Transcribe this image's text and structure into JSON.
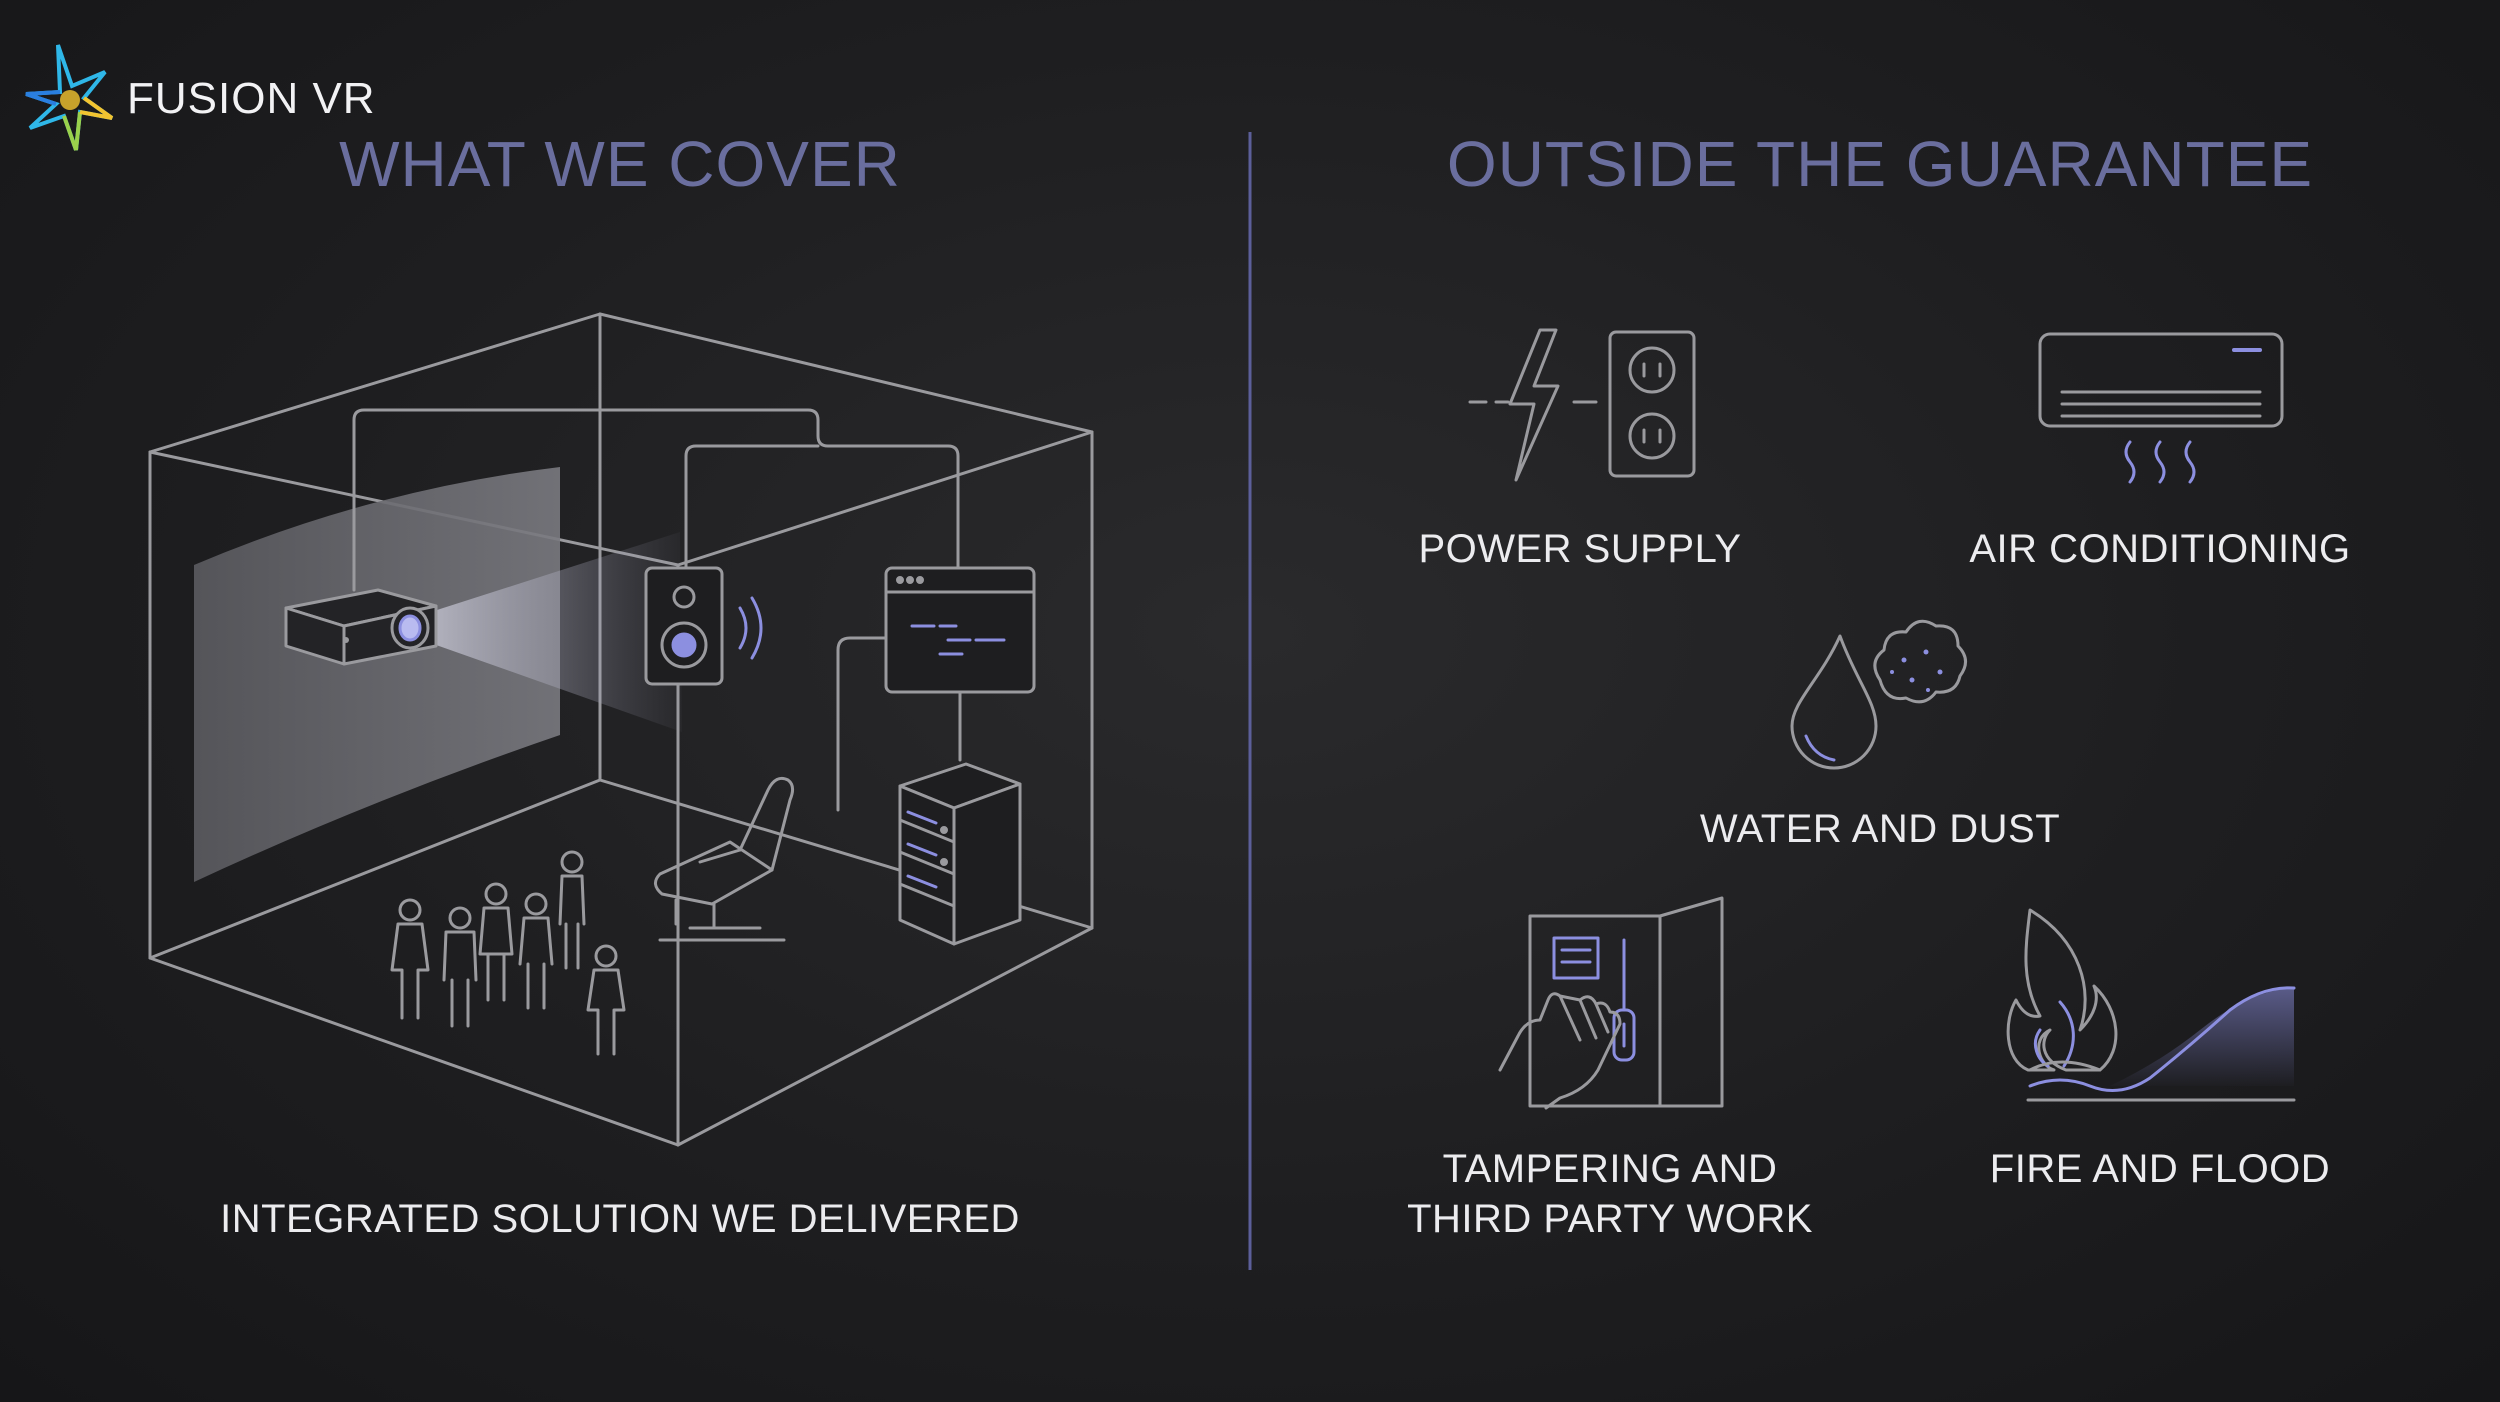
{
  "brand": {
    "name": "FUSION VR",
    "logo_icon": "starburst-logo-icon",
    "logo_colors": [
      "#2fb7e8",
      "#9ad14b",
      "#f2c430",
      "#2a7fe0"
    ]
  },
  "left": {
    "heading": "WHAT WE COVER",
    "caption": "INTEGRATED SOLUTION WE DELIVERED",
    "illustration_icons": [
      "projector-icon",
      "projection-screen-icon",
      "speaker-icon",
      "control-panel-icon",
      "server-rack-icon",
      "motion-seat-icon",
      "audience-people-icon"
    ]
  },
  "right": {
    "heading": "OUTSIDE THE GUARANTEE",
    "items": [
      {
        "label": "POWER SUPPLY",
        "icon": "power-outlet-icon"
      },
      {
        "label": "AIR CONDITIONING",
        "icon": "air-conditioner-icon"
      },
      {
        "label": "WATER AND DUST",
        "icon": "water-dust-icon"
      },
      {
        "label_line1": "TAMPERING AND",
        "label_line2": "THIRD PARTY WORK",
        "icon": "tampering-icon"
      },
      {
        "label": "FIRE AND FLOOD",
        "icon": "fire-flood-icon"
      }
    ]
  },
  "colors": {
    "heading": "#6a6e9e",
    "accent": "#8c8fe0",
    "line": "#9a9a9e",
    "divider": "#5c5f9a",
    "text": "#ececef"
  }
}
